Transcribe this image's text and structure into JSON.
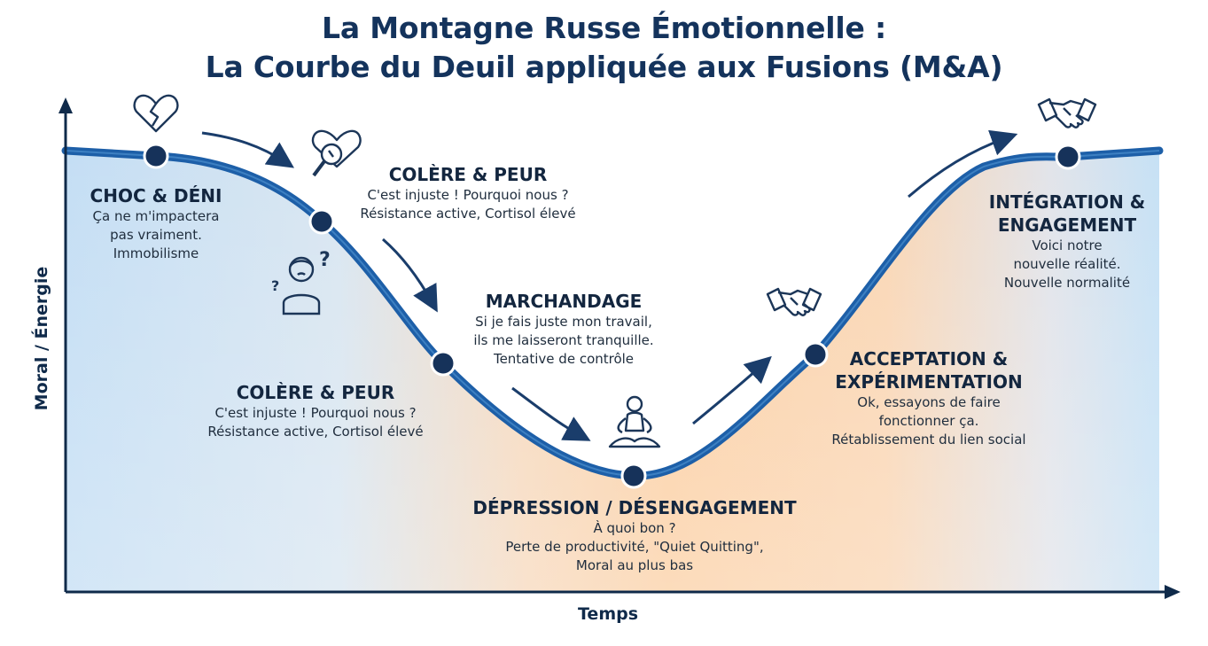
{
  "title": {
    "line1": "La Montagne Russe Émotionnelle :",
    "line2": "La Courbe du Deuil appliquée aux Fusions (M&A)"
  },
  "axes": {
    "x_label": "Temps",
    "y_label": "Moral / Énergie"
  },
  "stages": [
    {
      "id": "choc",
      "name": "CHOC & DÉNI",
      "lines": [
        "Ça ne m'impactera",
        "pas vraiment.",
        "Immobilisme"
      ]
    },
    {
      "id": "colere-top",
      "name": "COLÈRE & PEUR",
      "lines": [
        "C'est injuste ! Pourquoi nous ?",
        "Résistance active, Cortisol élevé"
      ]
    },
    {
      "id": "colere-left",
      "name": "COLÈRE & PEUR",
      "lines": [
        "C'est injuste ! Pourquoi nous ?",
        "Résistance active, Cortisol élevé"
      ]
    },
    {
      "id": "marchandage",
      "name": "MARCHANDAGE",
      "lines": [
        "Si je fais juste mon travail,",
        "ils me laisseront tranquille.",
        "Tentative de contrôle"
      ]
    },
    {
      "id": "depression",
      "name": "DÉPRESSION / DÉSENGAGEMENT",
      "lines": [
        "À quoi bon ?",
        "Perte de productivité, \"Quiet Quitting\",",
        "Moral au plus bas"
      ]
    },
    {
      "id": "acceptation",
      "name": "ACCEPTATION &",
      "name2": "EXPÉRIMENTATION",
      "lines": [
        "Ok, essayons de faire",
        "fonctionner ça.",
        "Rétablissement du lien social"
      ]
    },
    {
      "id": "integration",
      "name": "INTÉGRATION &",
      "name2": "ENGAGEMENT",
      "lines": [
        "Voici notre",
        "nouvelle réalité.",
        "Nouvelle normalité"
      ]
    }
  ],
  "icons": [
    "broken-heart-icon",
    "magnifier-heart-icon",
    "confused-person-icon",
    "meditation-icon",
    "handshake-icon",
    "handshake-icon"
  ],
  "colors": {
    "curve": "#1d5fa8",
    "node": "#16325a",
    "title": "#14335c",
    "blue_fill": "#c9e2f5",
    "orange_fill": "#fbd6b0"
  }
}
